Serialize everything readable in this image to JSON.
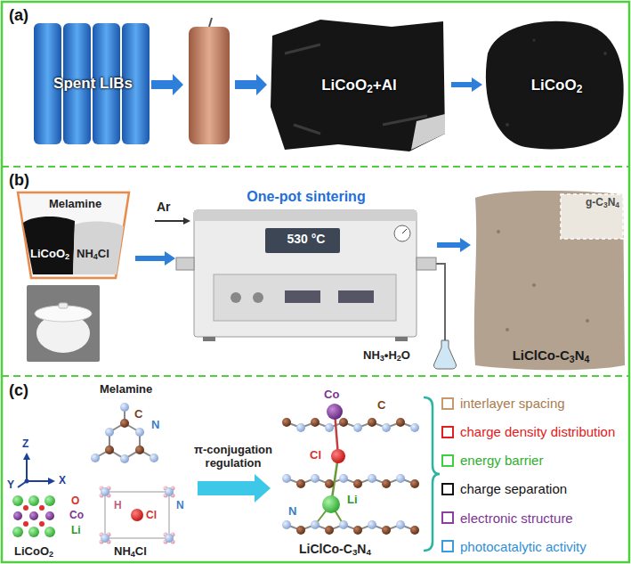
{
  "diagram": {
    "nodes": [
      {
        "text": [
          "(a)"
        ]
      },
      {
        "text": [
          "Spent LIBs"
        ],
        "in": 0
      },
      {
        "text": [
          "LiCoO2+Al"
        ],
        "in": 0
      },
      {
        "text": [
          "LiCoO2"
        ],
        "in": 0
      },
      {
        "text": [
          "(b)"
        ]
      },
      {
        "text": [
          "Melamine",
          "LiCoO2",
          "NH4Cl"
        ],
        "in": 4
      },
      {
        "text": [
          "One-pot sintering",
          "530 °C"
        ],
        "in": 4
      },
      {
        "text": [
          "LiClCo-C3N4"
        ],
        "in": 4
      },
      {
        "text": [
          "g-C3N4"
        ],
        "in": 7
      },
      {
        "text": [
          "(c)"
        ]
      }
    ],
    "edges": [
      {
        "from": 2,
        "to": 3,
        "arrow": "to"
      },
      {
        "from": 5,
        "to": 6,
        "arrow": "to"
      },
      {
        "from": 6,
        "to": 7,
        "arrow": "to"
      }
    ],
    "labels": [
      "Ar",
      "NH3•H2O",
      "Melamine",
      "C",
      "N",
      "Z",
      "Y",
      "X",
      "O",
      "Co",
      "Li",
      "LiCoO2",
      "H",
      "N",
      "Cl",
      "NH4Cl",
      "π-conjugation regulation",
      "Co",
      "C",
      "Cl",
      "Li",
      "N",
      "LiClCo-C3N4"
    ],
    "legend": [
      {
        "text": "interlayer spacing",
        "color": "#c49a6c"
      },
      {
        "text": "charge density distribution",
        "color": "#e02020"
      },
      {
        "text": "energy barrier",
        "color": "#3fcf3f"
      },
      {
        "text": "charge separation",
        "color": "#111111"
      },
      {
        "text": "electronic structure",
        "color": "#8b3fa0"
      },
      {
        "text": "photocatalytic activity",
        "color": "#3a9be0"
      }
    ]
  }
}
